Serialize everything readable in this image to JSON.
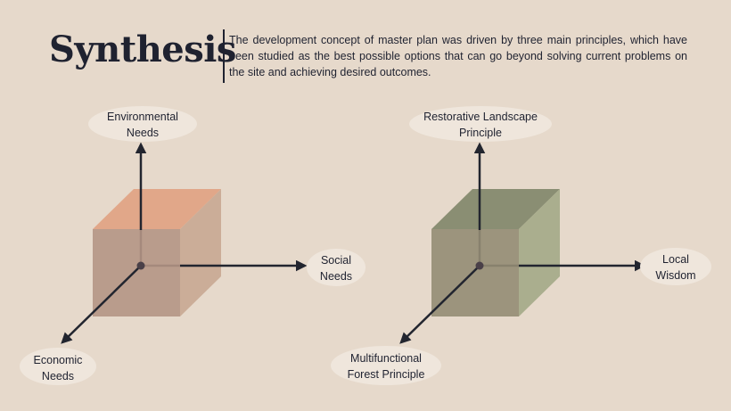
{
  "header": {
    "title": "Synthesis",
    "description": "The development concept of master plan was driven by three main principles, which have been studied as the best possible options that can go beyond solving current problems on the site and achieving desired outcomes."
  },
  "diagrams": [
    {
      "up_label": [
        "Environmental",
        "Needs"
      ],
      "right_label": [
        "Social",
        "Needs"
      ],
      "down_label": [
        "Economic",
        "Needs"
      ],
      "colors": {
        "top": "#e0a485",
        "front": "#b49585",
        "side": "#c9ab95"
      }
    },
    {
      "up_label": [
        "Restorative Landscape",
        "Principle"
      ],
      "right_label": [
        "Local",
        "Wisdom"
      ],
      "down_label": [
        "Multifunctional",
        "Forest Principle"
      ],
      "colors": {
        "top": "#858a6e",
        "front": "#948c74",
        "side": "#a7ac8a"
      }
    }
  ]
}
